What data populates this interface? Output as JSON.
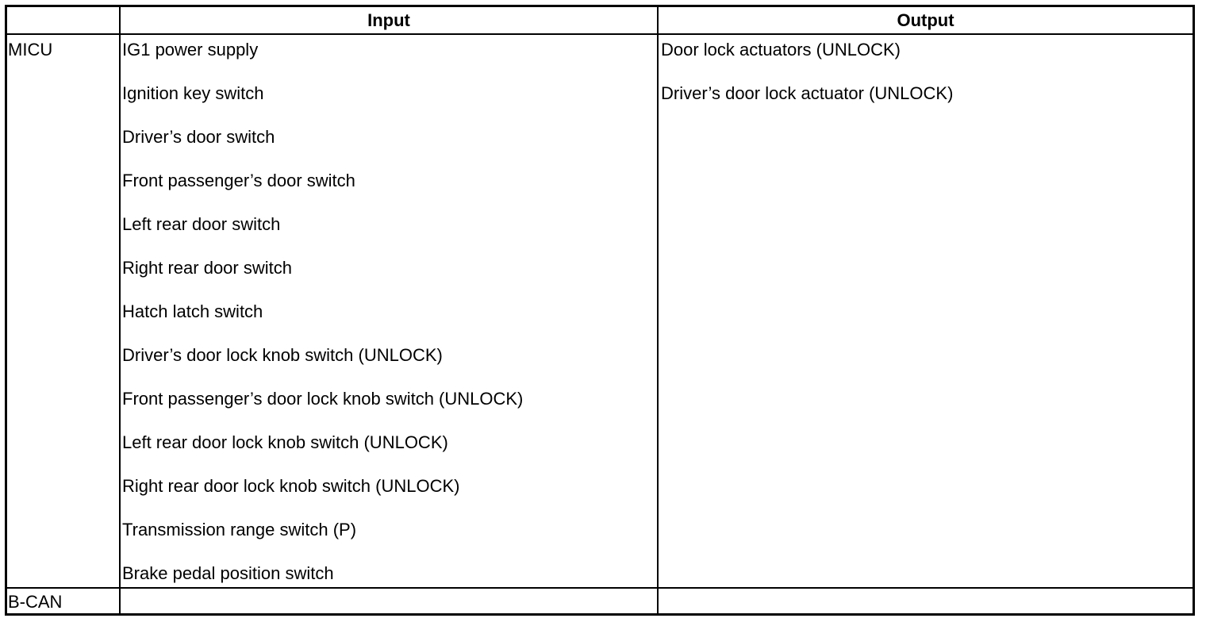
{
  "table": {
    "headers": {
      "blank": "",
      "input": "Input",
      "output": "Output"
    },
    "rows": [
      {
        "unit": "MICU",
        "inputs": [
          "IG1 power supply",
          "Ignition key switch",
          "Driver’s door switch",
          "Front passenger’s door switch",
          "Left rear door switch",
          "Right rear door switch",
          "Hatch latch switch",
          "Driver’s door lock knob switch (UNLOCK)",
          "Front passenger’s door lock knob switch (UNLOCK)",
          "Left rear door lock knob switch (UNLOCK)",
          "Right rear door lock knob switch (UNLOCK)",
          "Transmission range switch (P)",
          "Brake pedal position switch"
        ],
        "outputs": [
          "Door lock actuators (UNLOCK)",
          "Driver’s door lock actuator (UNLOCK)"
        ]
      },
      {
        "unit": "B-CAN",
        "inputs": [],
        "outputs": []
      }
    ]
  }
}
